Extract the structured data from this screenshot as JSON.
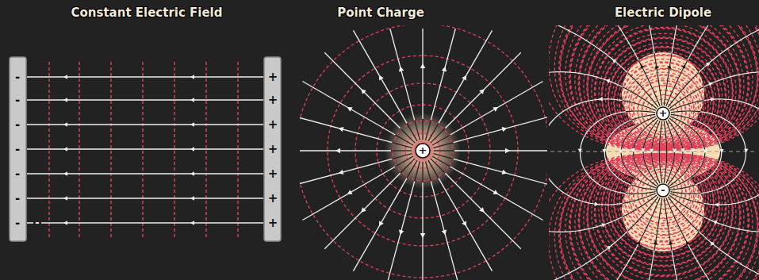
{
  "diagram": {
    "labels": [
      "Constant Electric Field",
      "Point Charge",
      "Electric Dipole",
      "-",
      "-",
      "-",
      "-",
      "-",
      "-",
      "-",
      "+",
      "+",
      "+",
      "+",
      "+",
      "+",
      "+",
      "-",
      "+",
      "+",
      "-"
    ]
  }
}
